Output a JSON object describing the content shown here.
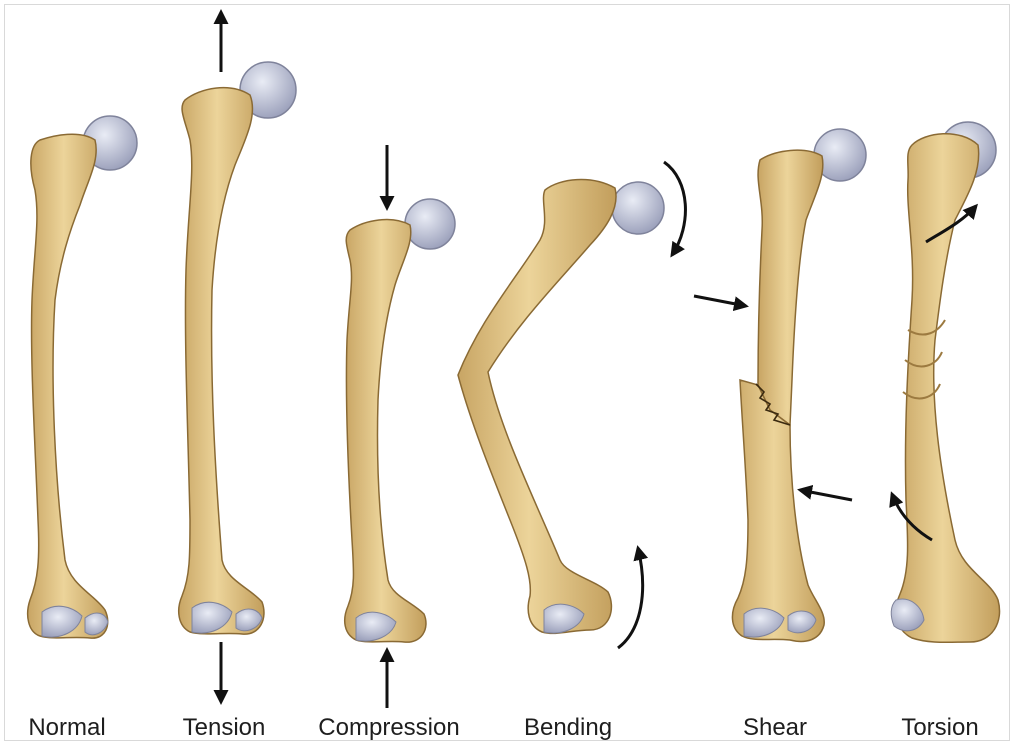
{
  "panels": [
    {
      "id": "normal",
      "label": "Normal"
    },
    {
      "id": "tension",
      "label": "Tension"
    },
    {
      "id": "compression",
      "label": "Compression"
    },
    {
      "id": "bending",
      "label": "Bending"
    },
    {
      "id": "shear",
      "label": "Shear"
    },
    {
      "id": "torsion",
      "label": "Torsion"
    }
  ],
  "colors": {
    "bone": "#e3c683",
    "bone_shadow": "#b8955a",
    "bone_outline": "#8a6a34",
    "cartilage": "#c5c9dc",
    "arrow": "#111111"
  }
}
